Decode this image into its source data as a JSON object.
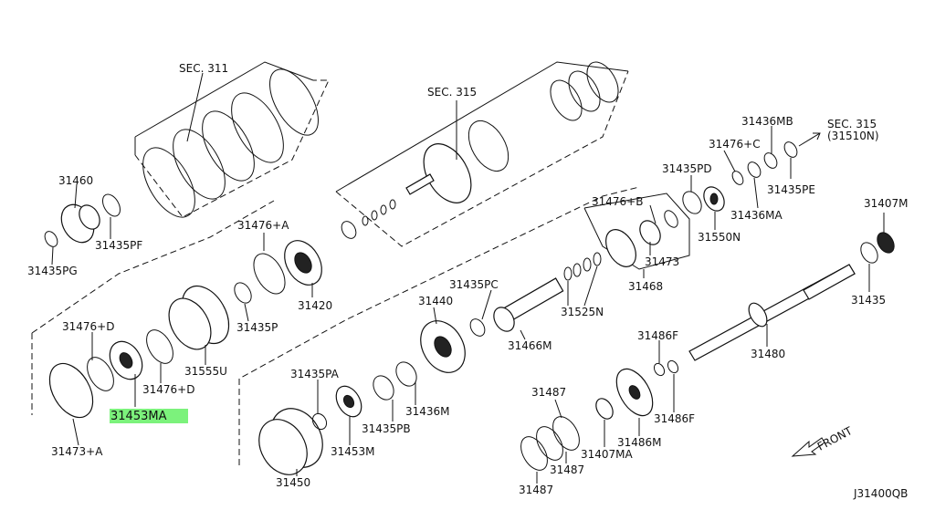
{
  "diagram_code": "J31400QB",
  "highlight_color": "#7cf27c",
  "front_arrow": {
    "label": "FRONT",
    "icon": "front-arrow-icon"
  },
  "labels": {
    "sec311": "SEC. 311",
    "sec315_top": "SEC. 315",
    "sec315_ref": "SEC. 315",
    "sec315_ref_sub": "(31510N)",
    "p31460": "31460",
    "p31435PF": "31435PF",
    "p31435PG": "31435PG",
    "p31476A": "31476+A",
    "p31420": "31420",
    "p31435P": "31435P",
    "p31436MB": "31436MB",
    "p31476C": "31476+C",
    "p31435PD": "31435PD",
    "p31435PE": "31435PE",
    "p31436MA": "31436MA",
    "p31476B": "31476+B",
    "p31550N": "31550N",
    "p31407M": "31407M",
    "p31473": "31473",
    "p31468": "31468",
    "p31435": "31435",
    "p31435PC": "31435PC",
    "p31440": "31440",
    "p31525N": "31525N",
    "p31466M": "31466M",
    "p31476D_top": "31476+D",
    "p31476D_bot": "31476+D",
    "p31555U": "31555U",
    "p31453MA": "31453MA",
    "p31473A": "31473+A",
    "p31435PA": "31435PA",
    "p31453M": "31453M",
    "p31435PB": "31435PB",
    "p31436M": "31436M",
    "p31450": "31450",
    "p31486F_top": "31486F",
    "p31486F_bot": "31486F",
    "p31480": "31480",
    "p31487_top": "31487",
    "p31487_mid": "31487",
    "p31487_bot": "31487",
    "p31407MA": "31407MA",
    "p31486M": "31486M"
  }
}
